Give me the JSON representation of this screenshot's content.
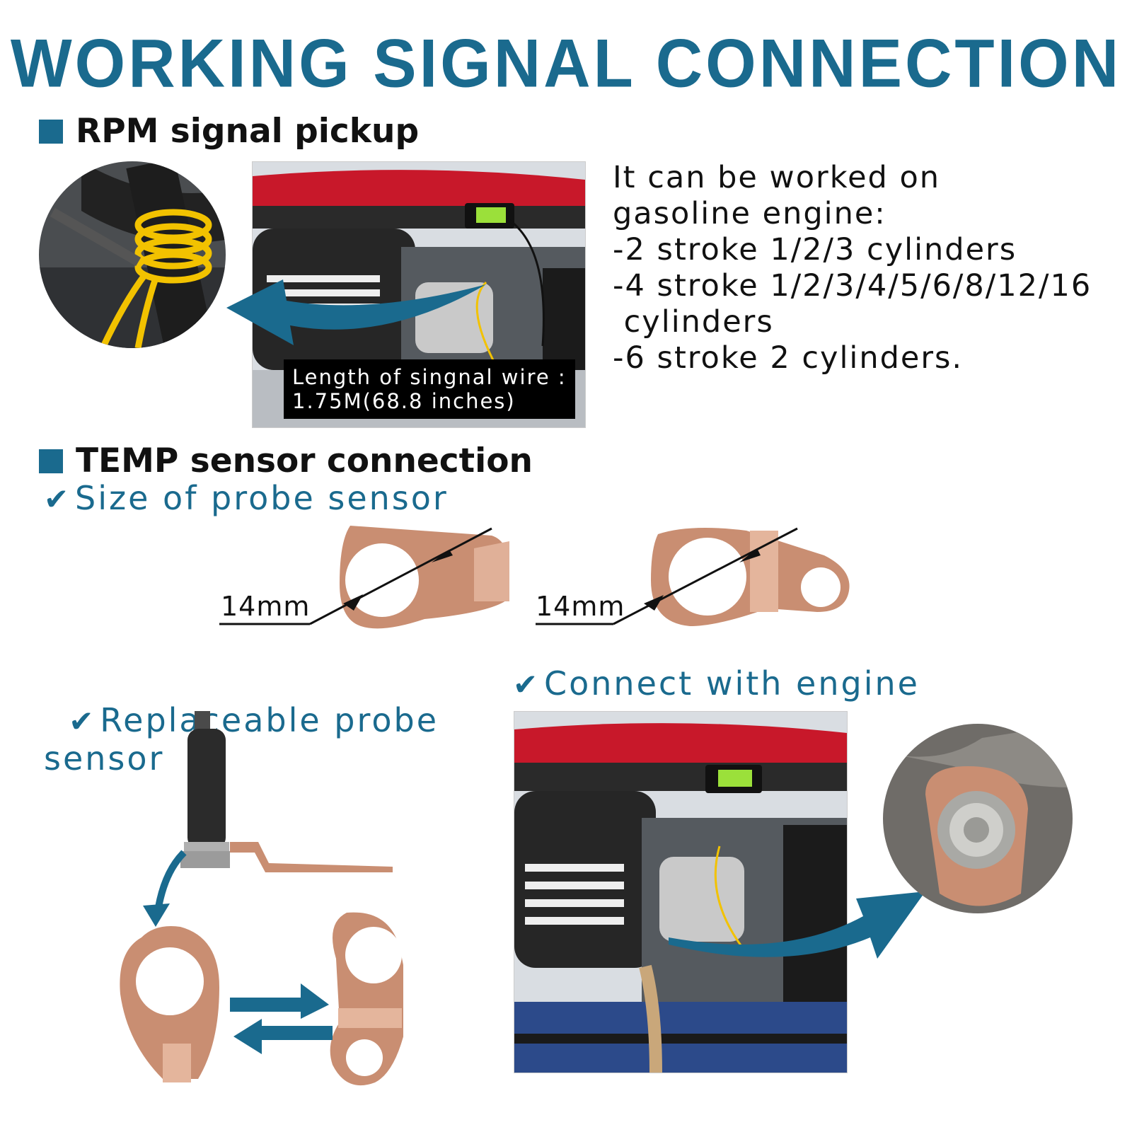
{
  "title": "WORKING SIGNAL CONNECTION",
  "rpm": {
    "heading": "RPM signal pickup",
    "wire_label": "Length of singnal wire :\n1.75M(68.8 inches)",
    "info_lines": [
      "It can be worked on",
      "gasoline engine:",
      "-2 stroke 1/2/3 cylinders",
      "-4 stroke 1/2/3/4/5/6/8/12/16",
      " cylinders",
      "-6 stroke 2 cylinders."
    ]
  },
  "temp": {
    "heading": "TEMP sensor connection",
    "size_label": "Size of probe sensor",
    "dim_left": "14mm",
    "dim_right": "14mm",
    "replaceable_label": "Replaceable probe\nsensor",
    "connect_label": "Connect with engine"
  },
  "colors": {
    "accent": "#1a6a8e",
    "copper": "#c98e72",
    "engine_red": "#c8182a"
  },
  "icons": {
    "check": "✔"
  }
}
